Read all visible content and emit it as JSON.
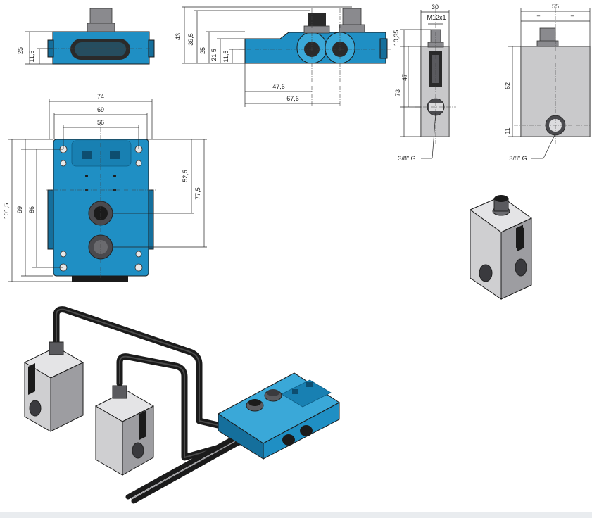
{
  "dimensions": {
    "side_view": {
      "height": "25",
      "offset": "11,6"
    },
    "front_view": {
      "d43": "43",
      "d39_5": "39,5",
      "d25": "25",
      "d21_5": "21,5",
      "d11_5": "11,5",
      "d47_6": "47,6",
      "d67_6": "67,6"
    },
    "top_view": {
      "d74": "74",
      "d69": "69",
      "d56": "56",
      "d101_5": "101,5",
      "d99": "99",
      "d86": "86",
      "d52_5": "52,5",
      "d77_5": "77,5"
    },
    "sensor_side": {
      "d30": "30",
      "thread": "M12x1",
      "d10_35": "10,35",
      "d47": "47",
      "d73": "73",
      "port": "3/8\" G"
    },
    "sensor_front": {
      "d55": "55",
      "eq_left": "=",
      "eq_right": "=",
      "d62": "62",
      "d11": "11",
      "port": "3/8\" G"
    }
  },
  "colors": {
    "housing_blue": "#1f8fc4",
    "sensor_grey": "#cfcfd1",
    "cable": "#1b1b1b"
  }
}
